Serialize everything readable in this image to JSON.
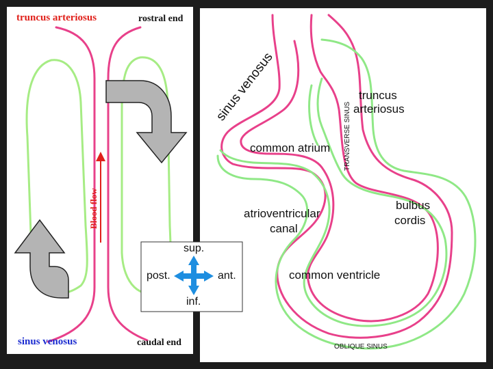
{
  "left_panel": {
    "top_left_label": "truncus  arteriosus",
    "top_right_label": "rostral end",
    "bottom_left_label": "sinus  venosus",
    "bottom_right_label": "caudal end",
    "flow_label": "Blood flow"
  },
  "right_panel": {
    "sinus_venosus_arc": "sinus venosus",
    "common_atrium": "common atrium",
    "transverse_sinus": "TRANSVERSE SINUS",
    "truncus_arteriosus_line1": "truncus",
    "truncus_arteriosus_line2": "arteriosus",
    "av_canal_line1": "atrioventricular",
    "av_canal_line2": "canal",
    "bulbus_cordis_line1": "bulbus",
    "bulbus_cordis_line2": "cordis",
    "common_ventricle": "common ventricle",
    "oblique_sinus": "OBLIQUE SINUS"
  },
  "orientation": {
    "sup": "sup.",
    "inf": "inf.",
    "post": "post.",
    "ant": "ant."
  },
  "colors": {
    "endothelium": "#e8408a",
    "myocardium": "#7ee86e",
    "panel_bg": "#ffffff",
    "title_red": "#e0201a",
    "title_blue": "#1a2bd0",
    "arrow_fill": "#b4b4b4",
    "cross_arrow": "#1e8ee0"
  },
  "icons": {
    "rotate_arrow_top": "curved-arrow-down-icon",
    "rotate_arrow_bottom": "curved-arrow-up-icon",
    "orientation_cross": "four-way-arrow-icon",
    "flow_arrow": "up-arrow-icon"
  }
}
